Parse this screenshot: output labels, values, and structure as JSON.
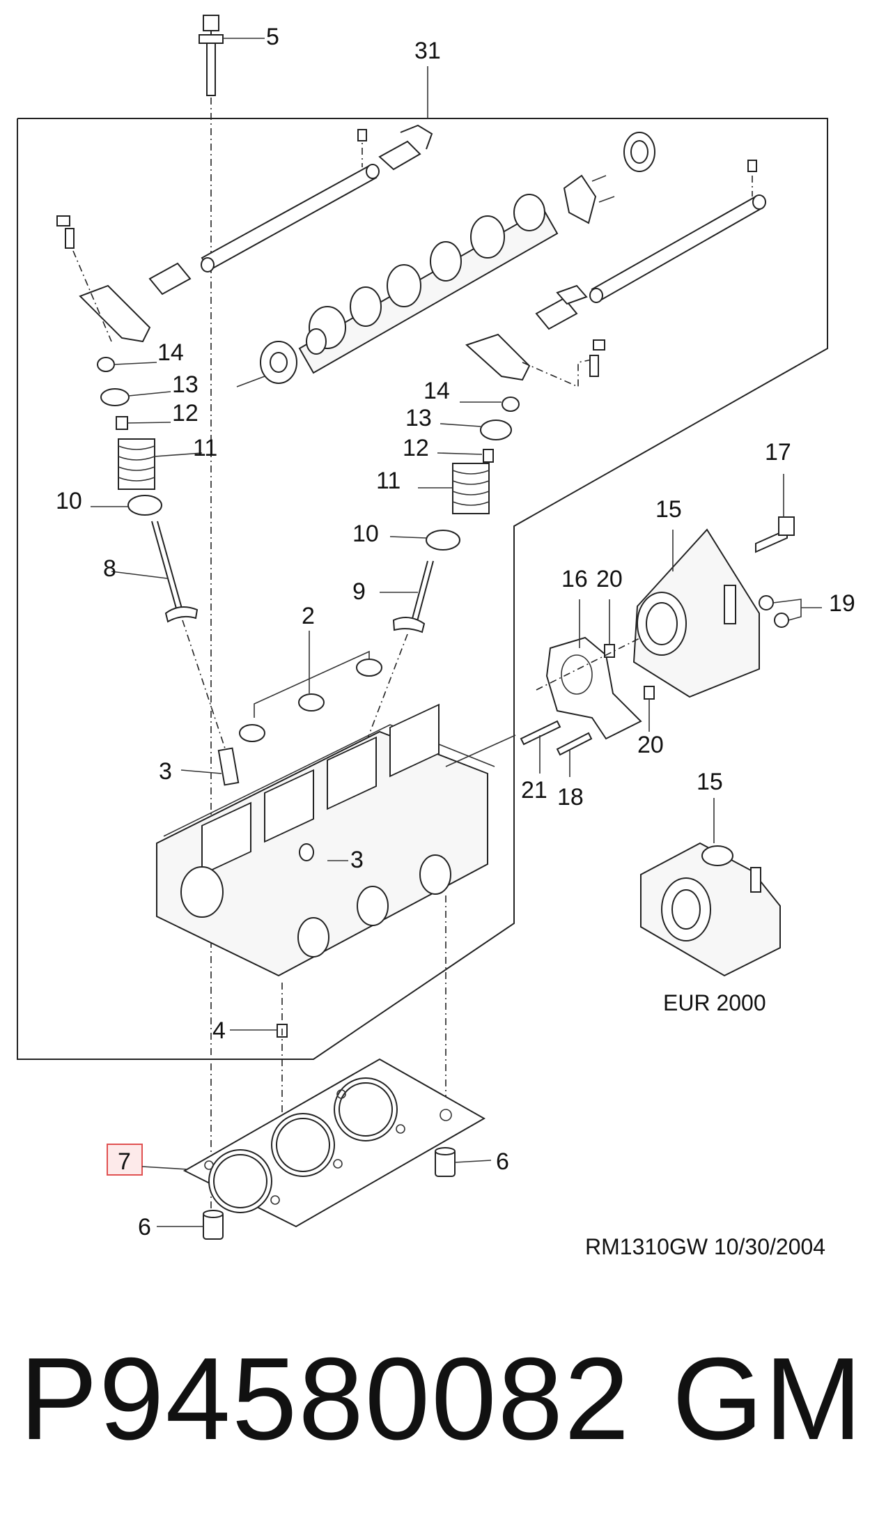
{
  "diagram": {
    "callouts": {
      "c5": "5",
      "c31": "31",
      "c14a": "14",
      "c13a": "13",
      "c12a": "12",
      "c11a": "11",
      "c10a": "10",
      "c8": "8",
      "c14b": "14",
      "c13b": "13",
      "c12b": "12",
      "c11b": "11",
      "c10b": "10",
      "c9": "9",
      "c2": "2",
      "c17": "17",
      "c15a": "15",
      "c16": "16",
      "c20a": "20",
      "c19": "19",
      "c20b": "20",
      "c21": "21",
      "c18": "18",
      "c3a": "3",
      "c3b": "3",
      "c15b": "15",
      "c4": "4",
      "c7": "7",
      "c6a": "6",
      "c6b": "6"
    },
    "variant_label": "EUR 2000",
    "drawing_ref": "RM1310GW  10/30/2004",
    "highlight_color": "#e05050"
  },
  "footer": {
    "part_number": "P94580082",
    "brand": "GM"
  }
}
